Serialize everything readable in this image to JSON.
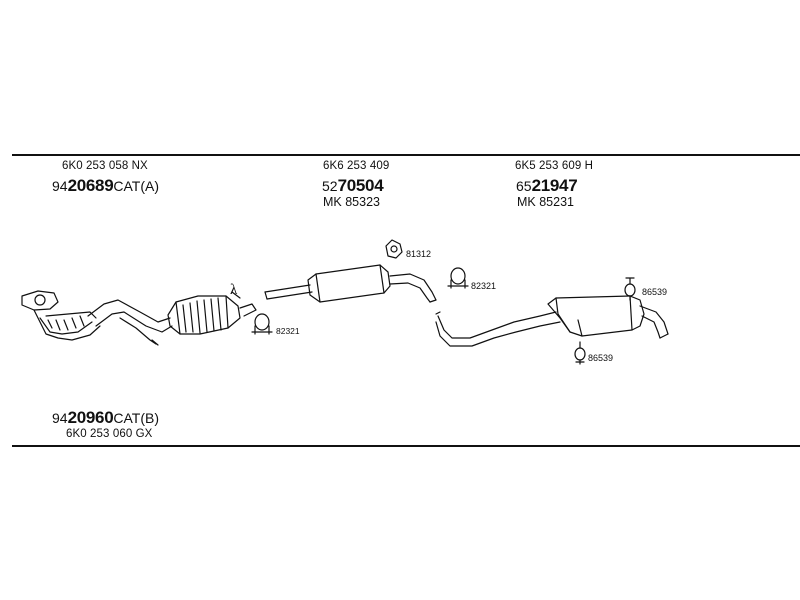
{
  "catalytic_converter_a": {
    "oem": "6K0 253 058 NX",
    "part_prefix": "94",
    "part_main": "20689",
    "part_suffix": "CAT(A)"
  },
  "middle_silencer": {
    "oem": "6K6 253 409",
    "part_prefix": "52",
    "part_main": "70504",
    "mounting_kit": "MK 85323"
  },
  "rear_silencer": {
    "oem": "6K5 253 609 H",
    "part_prefix": "65",
    "part_main": "21947",
    "mounting_kit": "MK 85231"
  },
  "catalytic_converter_b": {
    "oem": "6K0 253 060 GX",
    "part_prefix": "94",
    "part_main": "20960",
    "part_suffix": "CAT(B)"
  },
  "lambda_symbol": "λ",
  "components": {
    "clamp_cat": "82321",
    "hanger_middle": "81312",
    "clamp_middle": "82321",
    "rubber_top": "86539",
    "rubber_bottom": "86539"
  },
  "colors": {
    "line": "#111111",
    "background": "#ffffff"
  }
}
